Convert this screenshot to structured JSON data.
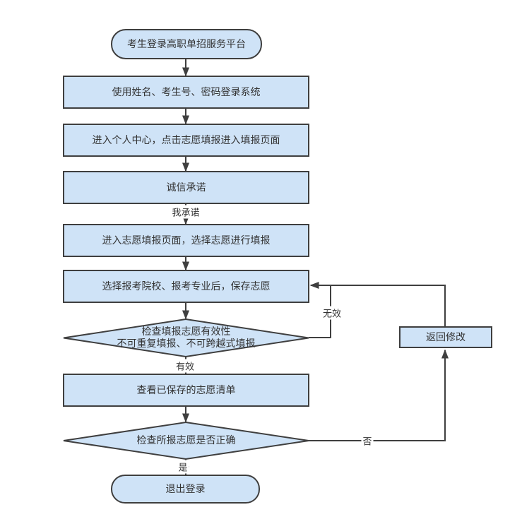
{
  "diagram": {
    "type": "flowchart",
    "nodes": {
      "start": {
        "shape": "terminator",
        "label": "考生登录高职单招服务平台"
      },
      "login": {
        "shape": "process",
        "label": "使用姓名、考生号、密码登录系统"
      },
      "personal_center": {
        "shape": "process",
        "label": "进入个人中心，点击志愿填报进入填报页面"
      },
      "integrity_pledge": {
        "shape": "process",
        "label": "诚信承诺"
      },
      "fill_page": {
        "shape": "process",
        "label": "进入志愿填报页面，选择志愿进行填报"
      },
      "save_choice": {
        "shape": "process",
        "label": "选择报考院校、报考专业后，保存志愿"
      },
      "check_validity": {
        "shape": "decision",
        "label_line1": "检查填报志愿有效性",
        "label_line2": "不可重复填报、不可跨越式填报"
      },
      "view_list": {
        "shape": "process",
        "label": "查看已保存的志愿清单"
      },
      "check_correct": {
        "shape": "decision",
        "label": "检查所报志愿是否正确"
      },
      "logout": {
        "shape": "terminator",
        "label": "退出登录"
      },
      "return_modify": {
        "shape": "process",
        "label": "返回修改"
      }
    },
    "edge_labels": {
      "promise": "我承诺",
      "invalid": "无效",
      "valid": "有效",
      "no": "否",
      "yes": "是"
    },
    "colors": {
      "background": "#ffffff",
      "node_fill": "#cfe3f7",
      "node_stroke": "#3f3f3f",
      "connector": "#3f3f3f",
      "text": "#333333"
    }
  }
}
